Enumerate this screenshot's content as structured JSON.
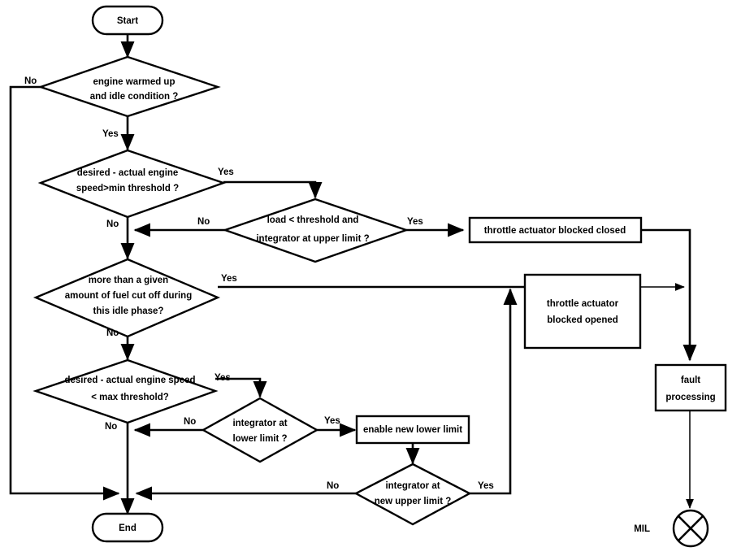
{
  "diagram": {
    "title": "Idle speed control fault detection flowchart",
    "background": "#ffffff",
    "line_color": "#000000",
    "text_color": "#000000"
  },
  "nodes": {
    "start": {
      "label": "Start",
      "shape": "terminator"
    },
    "end": {
      "label": "End",
      "shape": "terminator"
    },
    "d1": {
      "line1": "engine warmed up",
      "line2": "and idle condition ?",
      "shape": "decision"
    },
    "d2": {
      "line1": "desired - actual engine",
      "line2": "speed>min threshold ?",
      "shape": "decision"
    },
    "d3": {
      "line1": "load < threshold and",
      "line2": "integrator at upper limit ?",
      "shape": "decision"
    },
    "d4": {
      "line1": "more than a given",
      "line2": "amount of fuel cut off during",
      "line3": "this idle phase?",
      "shape": "decision"
    },
    "d5": {
      "line1": "desired - actual engine speed",
      "line2": "< max threshold?",
      "shape": "decision"
    },
    "d6": {
      "line1": "integrator at",
      "line2": "lower limit ?",
      "shape": "decision"
    },
    "d7": {
      "line1": "integrator at",
      "line2": "new upper limit ?",
      "shape": "decision"
    },
    "p1": {
      "label": "throttle actuator blocked closed",
      "shape": "process"
    },
    "p2": {
      "line1": "throttle actuator",
      "line2": "blocked opened",
      "shape": "process"
    },
    "p3": {
      "line1": "fault",
      "line2": "processing",
      "shape": "process"
    },
    "p4": {
      "label": "enable new lower limit",
      "shape": "process"
    },
    "mil": {
      "label": "MIL",
      "shape": "circle-cross"
    }
  },
  "edge_labels": {
    "d1_no": "No",
    "d1_yes": "Yes",
    "d2_yes": "Yes",
    "d2_no": "No",
    "d3_no": "No",
    "d3_yes": "Yes",
    "d4_yes": "Yes",
    "d4_no": "No",
    "d5_yes": "Yes",
    "d5_no": "No",
    "d6_no": "No",
    "d6_yes": "Yes",
    "d7_no": "No",
    "d7_yes": "Yes"
  }
}
